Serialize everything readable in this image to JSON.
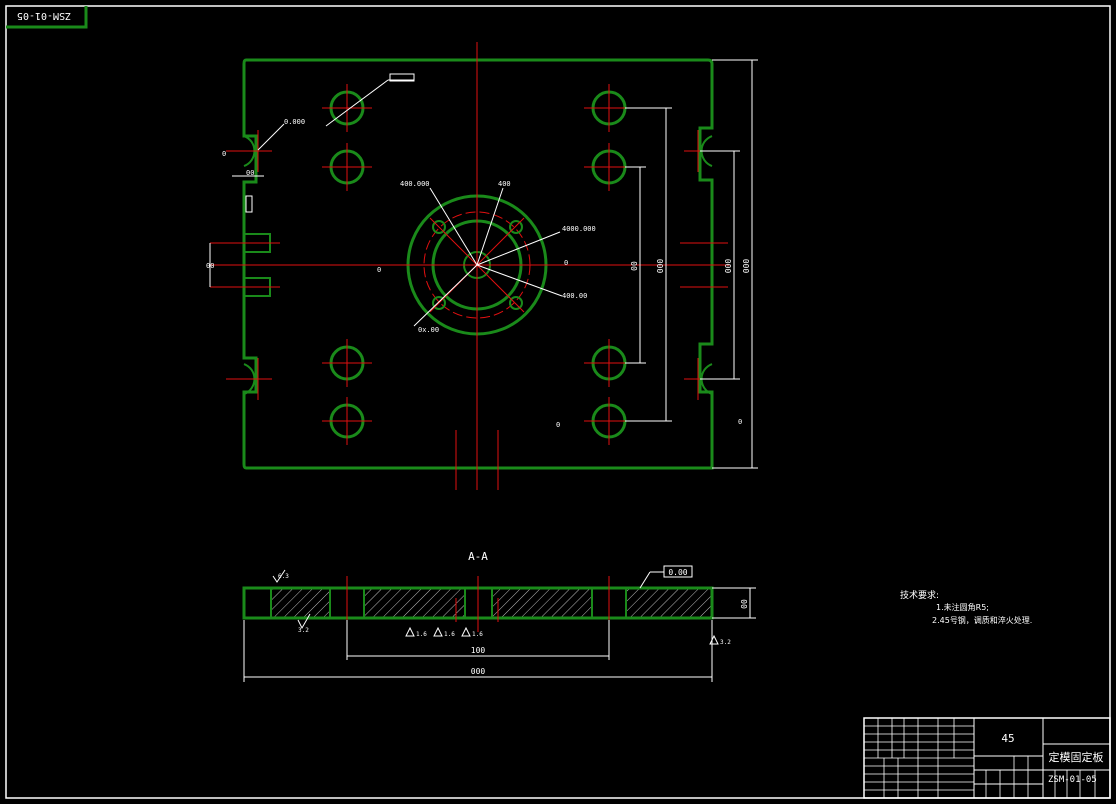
{
  "drawing_code": "ZSM-01-05",
  "section_label": "A-A",
  "tech_req": {
    "title": "技术要求:",
    "items": [
      "1.未注圆角R5;",
      "2.45号钢，调质和淬火处理."
    ]
  },
  "title_block": {
    "material": "45",
    "part_name": "定模固定板",
    "drawing_no": "ZSM-01-05"
  },
  "dims": {
    "bottom_total": "000",
    "bottom_inner": "100",
    "section_thickness": "00",
    "dim_right_outer": "000",
    "dim_right_inner": "000",
    "dim_mid": "000",
    "dim_center_a": "00",
    "dim_center_b": "00",
    "hole_dia": "0.000",
    "hole_small": "00",
    "circle_label_1": "400.000",
    "circle_label_2": "400",
    "circle_label_3": "4000.000",
    "circle_label_4": "400.00",
    "bolt_label": "0x.00",
    "tol_box": "0.00",
    "rough_1": "6.3",
    "rough_2": "3.2",
    "rough_3": "1.6",
    "rough_4": "1.6",
    "rough_5": "1.6",
    "rough_6": "3.2",
    "left_dim": "00",
    "slot_dim": "0",
    "center_mark": "0"
  },
  "colors": {
    "outline": "#1a8a1a",
    "centerline": "#e01010",
    "dimension": "#ffffff",
    "background": "#000000"
  }
}
